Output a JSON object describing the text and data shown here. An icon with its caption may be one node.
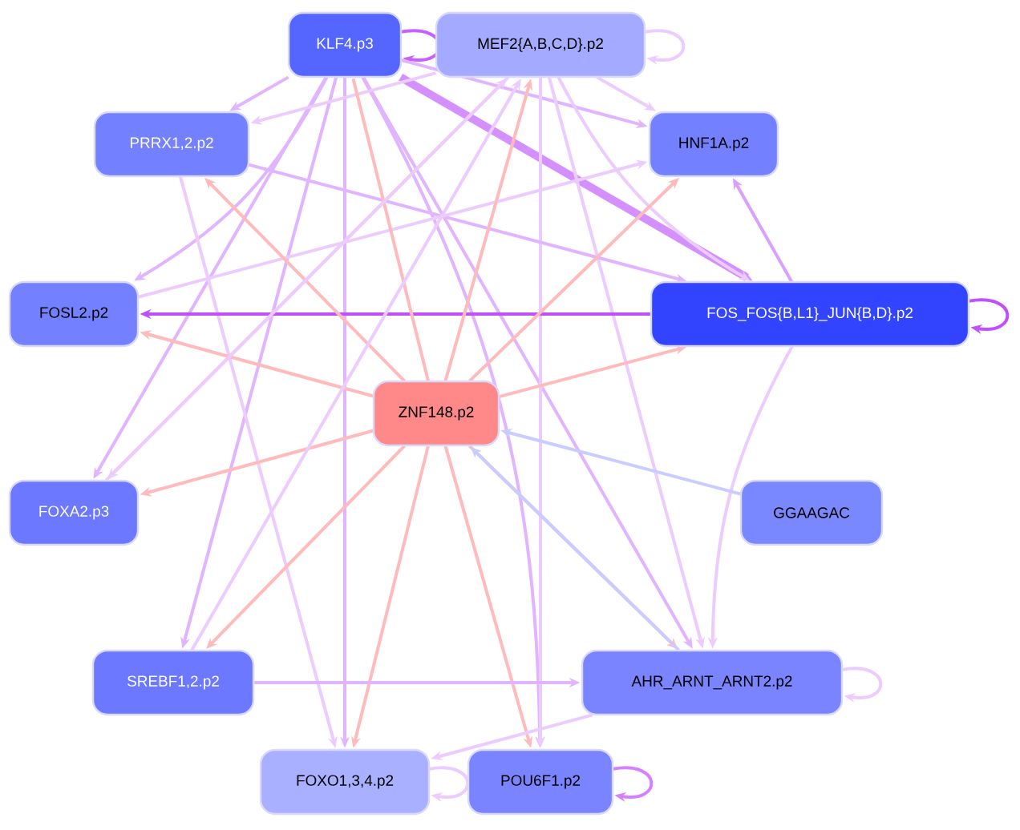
{
  "diagram": {
    "nodes": [
      {
        "text": [
          "KLF4.p3"
        ]
      },
      {
        "text": [
          "MEF2{A,B,C,D}.p2"
        ]
      },
      {
        "text": [
          "PRRX1,2.p2"
        ]
      },
      {
        "text": [
          "HNF1A.p2"
        ]
      },
      {
        "text": [
          "FOSL2.p2"
        ]
      },
      {
        "text": [
          "FOS_FOS{B,L1}_JUN{B,D}.p2"
        ]
      },
      {
        "text": [
          "ZNF148.p2"
        ]
      },
      {
        "text": [
          "FOXA2.p3"
        ]
      },
      {
        "text": [
          "GGAAGAC"
        ]
      },
      {
        "text": [
          "SREBF1,2.p2"
        ]
      },
      {
        "text": [
          "AHR_ARNT_ARNT2.p2"
        ]
      },
      {
        "text": [
          "FOXO1,3,4.p2"
        ]
      },
      {
        "text": [
          "POU6F1.p2"
        ]
      }
    ],
    "edges": [
      {
        "from": 0,
        "to": 0,
        "arrow": "to",
        "color": "#c860ff"
      },
      {
        "from": 0,
        "to": 2,
        "arrow": "to"
      },
      {
        "from": 0,
        "to": 4,
        "arrow": "to"
      },
      {
        "from": 0,
        "to": 7,
        "arrow": "to"
      },
      {
        "from": 0,
        "to": 9,
        "arrow": "to"
      },
      {
        "from": 0,
        "to": 11,
        "arrow": "to"
      },
      {
        "from": 0,
        "to": 10,
        "arrow": "to"
      },
      {
        "from": 0,
        "to": 5,
        "arrow": "to",
        "color": "#d490ff",
        "style": "thick"
      },
      {
        "from": 0,
        "to": 3,
        "arrow": "to"
      },
      {
        "from": 0,
        "to": 12,
        "arrow": "to"
      },
      {
        "from": 1,
        "to": 1,
        "arrow": "to",
        "color": "#ecccff"
      },
      {
        "from": 1,
        "to": 2,
        "arrow": "to",
        "color": "#ecccff"
      },
      {
        "from": 1,
        "to": 7,
        "arrow": "to",
        "color": "#ecccff"
      },
      {
        "from": 1,
        "to": 5,
        "arrow": "to",
        "color": "#ecccff"
      },
      {
        "from": 1,
        "to": 10,
        "arrow": "to",
        "color": "#ecccff"
      },
      {
        "from": 1,
        "to": 12,
        "arrow": "to",
        "color": "#ecccff"
      },
      {
        "from": 1,
        "to": 3,
        "arrow": "to",
        "color": "#ecccff"
      },
      {
        "from": 2,
        "to": 5,
        "arrow": "to"
      },
      {
        "from": 2,
        "to": 11,
        "arrow": "to",
        "color": "#ecccff"
      },
      {
        "from": 4,
        "to": 3,
        "arrow": "to",
        "color": "#ecccff"
      },
      {
        "from": 5,
        "to": 4,
        "arrow": "to",
        "color": "#c050ff"
      },
      {
        "from": 5,
        "to": 5,
        "arrow": "to",
        "color": "#c050ff"
      },
      {
        "from": 5,
        "to": 3,
        "arrow": "to",
        "color": "#d8a0ff"
      },
      {
        "from": 5,
        "to": 10,
        "arrow": "to",
        "color": "#ecccff"
      },
      {
        "from": 6,
        "to": 0,
        "arrow": "none",
        "color": "#ffbbbb"
      },
      {
        "from": 6,
        "to": 1,
        "arrow": "to",
        "color": "#ffbbbb"
      },
      {
        "from": 6,
        "to": 2,
        "arrow": "to",
        "color": "#ffbbbb"
      },
      {
        "from": 6,
        "to": 3,
        "arrow": "to",
        "color": "#ffbbbb"
      },
      {
        "from": 6,
        "to": 4,
        "arrow": "to",
        "color": "#ffbbbb"
      },
      {
        "from": 6,
        "to": 5,
        "arrow": "to",
        "color": "#ffbbbb"
      },
      {
        "from": 6,
        "to": 7,
        "arrow": "to",
        "color": "#ffbbbb"
      },
      {
        "from": 6,
        "to": 9,
        "arrow": "to",
        "color": "#ffbbbb"
      },
      {
        "from": 6,
        "to": 11,
        "arrow": "to",
        "color": "#ffbbbb"
      },
      {
        "from": 6,
        "to": 12,
        "arrow": "to",
        "color": "#ffbbbb"
      },
      {
        "from": 6,
        "to": 10,
        "arrow": "to",
        "color": "#ffbbbb"
      },
      {
        "from": 8,
        "to": 6,
        "arrow": "to",
        "color": "#c8ccff"
      },
      {
        "from": 10,
        "to": 6,
        "arrow": "to",
        "color": "#c8ccff"
      },
      {
        "from": 9,
        "to": 10,
        "arrow": "to"
      },
      {
        "from": 9,
        "to": 1,
        "arrow": "to",
        "color": "#ecccff"
      },
      {
        "from": 7,
        "to": 1,
        "arrow": "to",
        "color": "#ecccff"
      },
      {
        "from": 10,
        "to": 10,
        "arrow": "to",
        "color": "#ecccff"
      },
      {
        "from": 10,
        "to": 11,
        "arrow": "to",
        "color": "#ecccff"
      },
      {
        "from": 11,
        "to": 11,
        "arrow": "to",
        "color": "#ecccff"
      },
      {
        "from": 12,
        "to": 12,
        "arrow": "to",
        "color": "#d480ff"
      }
    ]
  }
}
